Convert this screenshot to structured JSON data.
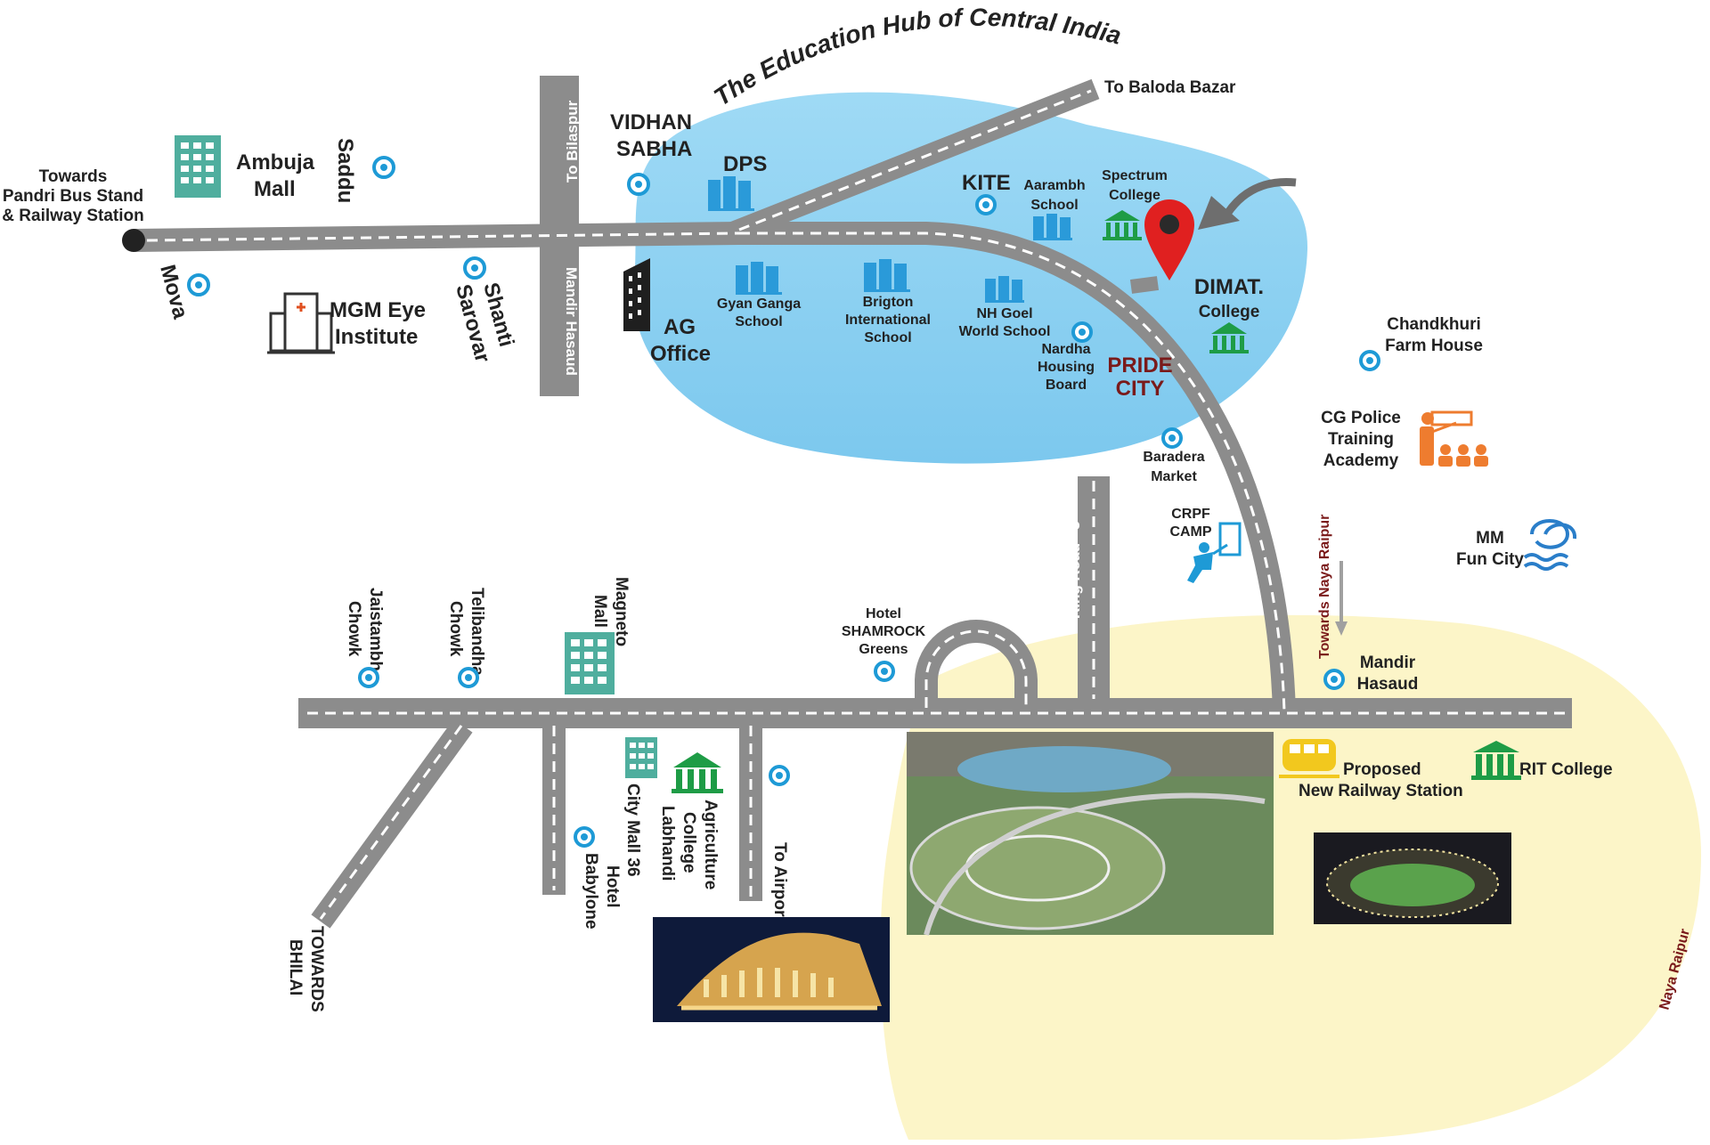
{
  "map": {
    "headline": "The Education Hub of Central India",
    "colors": {
      "road": "#8c8c8c",
      "road_dash": "#ffffff",
      "education_zone": "#8fd3f2",
      "naya_raipur_zone": "#fcf5c8",
      "marker_ring": "#1e9ad6",
      "pin": "#e02020",
      "building_blue": "#2a9ad9",
      "building_teal": "#4fae9e",
      "bank_green": "#1e9c46",
      "police_orange": "#ee7c2f",
      "accent_red": "#7a1a1a"
    },
    "icons": {
      "mall": "building-teal-icon",
      "school": "building-blue-icon",
      "college": "bank-green-icon",
      "hospital": "hospital-icon",
      "office": "skyscraper-icon",
      "location": "eye-marker-icon",
      "pin": "map-pin-icon",
      "train": "train-icon",
      "police": "police-training-icon",
      "soldier": "crpf-icon",
      "water": "fun-city-icon"
    },
    "roads": {
      "to_bilaspur": "To Bilaspur",
      "mandir_hasaud": "Mandir Hasaud",
      "ring_road": "Ring Road - 3",
      "to_baloda_bazar": "To Baloda Bazar",
      "towards_pandri": [
        "Towards",
        "Pandri Bus Stand",
        "& Railway Station"
      ],
      "towards_naya_raipur": "Towards Naya Raipur",
      "towards_bhilai": [
        "TOWARDS",
        "BHILAI"
      ],
      "to_airport": "To Airport"
    },
    "places": {
      "ambuja_mall": [
        "Ambuja",
        "Mall"
      ],
      "saddu": "Saddu",
      "mova": "Mova",
      "mgm_eye": [
        "MGM Eye",
        "Institute"
      ],
      "shanti_sarovar": [
        "Shanti",
        "Sarovar"
      ],
      "vidhan_sabha": [
        "VIDHAN",
        "SABHA"
      ],
      "dps": "DPS",
      "ag_office": [
        "AG",
        "Office"
      ],
      "gyan_ganga": [
        "Gyan Ganga",
        "School"
      ],
      "brigton": [
        "Brigton",
        "International",
        "School"
      ],
      "kite": "KITE",
      "aarambh": [
        "Aarambh",
        "School"
      ],
      "spectrum": [
        "Spectrum",
        "College"
      ],
      "nh_goel": [
        "NH Goel",
        "World School"
      ],
      "nardha": [
        "Nardha",
        "Housing",
        "Board"
      ],
      "pride_city": [
        "PRIDE",
        "CITY"
      ],
      "dimat": [
        "DIMAT.",
        "College"
      ],
      "chandkhuri": [
        "Chandkhuri",
        "Farm House"
      ],
      "cg_police": [
        "CG Police",
        "Training",
        "Academy"
      ],
      "baradera": [
        "Baradera",
        "Market"
      ],
      "crpf": [
        "CRPF",
        "CAMP"
      ],
      "mm_fun_city": [
        "MM",
        "Fun City"
      ],
      "mandir_hasaud_place": [
        "Mandir",
        "Hasaud"
      ],
      "hotel_shamrock": [
        "Hotel",
        "SHAMROCK",
        "Greens"
      ],
      "jaistambh": [
        "Jaistambh",
        "Chowk"
      ],
      "telibandha": [
        "Telibandha",
        "Chowk"
      ],
      "magneto": [
        "Magneto",
        "Mall"
      ],
      "city_mall": "City Mall 36",
      "agriculture": [
        "Agriculture",
        "College",
        "Labhandi"
      ],
      "hotel_babylone": [
        "Hotel",
        "Babylone"
      ],
      "railway_station": [
        "Proposed",
        "New Railway Station"
      ],
      "rit_college": "RIT College",
      "naya_raipur": "Naya Raipur"
    }
  }
}
